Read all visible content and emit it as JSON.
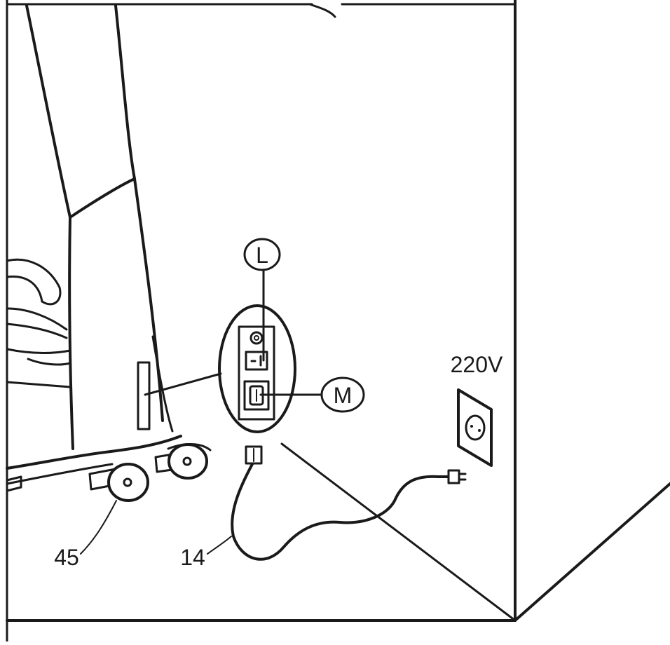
{
  "callouts": {
    "L": "L",
    "M": "M",
    "voltage": "220V",
    "part_45": "45",
    "part_14": "14"
  },
  "colors": {
    "ink": "#1a1a1a",
    "paper": "#ffffff"
  }
}
